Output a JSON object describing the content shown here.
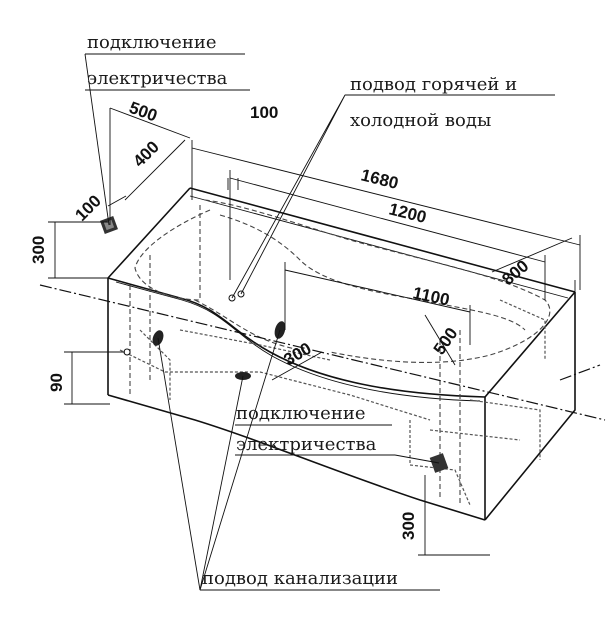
{
  "callouts": {
    "electricity_top_line1": "подключение",
    "electricity_top_line2": "электричества",
    "water_supply_line1": "подвод горячей и",
    "water_supply_line2": "холодной воды",
    "electricity_mid_line1": "подключение",
    "electricity_mid_line2": "электричества",
    "drainage": "подвод канализации"
  },
  "dimensions": {
    "d500_top": "500",
    "d100_top": "100",
    "d400": "400",
    "d100_left": "100",
    "d300_left": "300",
    "d1680": "1680",
    "d1200": "1200",
    "d800": "800",
    "d1100": "1100",
    "d500_right": "500",
    "d300_mid": "300",
    "d90": "90",
    "d300_bottom": "300"
  }
}
